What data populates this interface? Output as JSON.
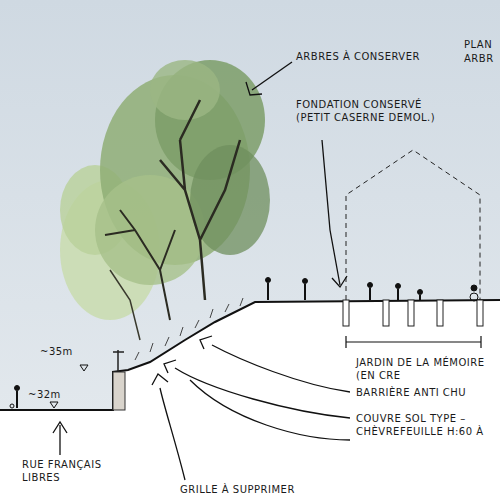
{
  "diagram": {
    "labels": [
      "ARBRES À CONSERVER",
      "PLAN",
      "ARBR",
      "FONDATION CONSERVÉ (PETIT CASERNE DEMOL.)",
      "~35m",
      "~32m",
      "JARDIN DE LA MÉMOIRE (EN CRE",
      "BARRIÈRE ANTI CHU",
      "COUVRE SOL TYPE – CHÈVREFEUILLE H:60 À",
      "RUE FRANÇAIS LIBRES",
      "GRILLE À SUPPRIMER"
    ]
  }
}
